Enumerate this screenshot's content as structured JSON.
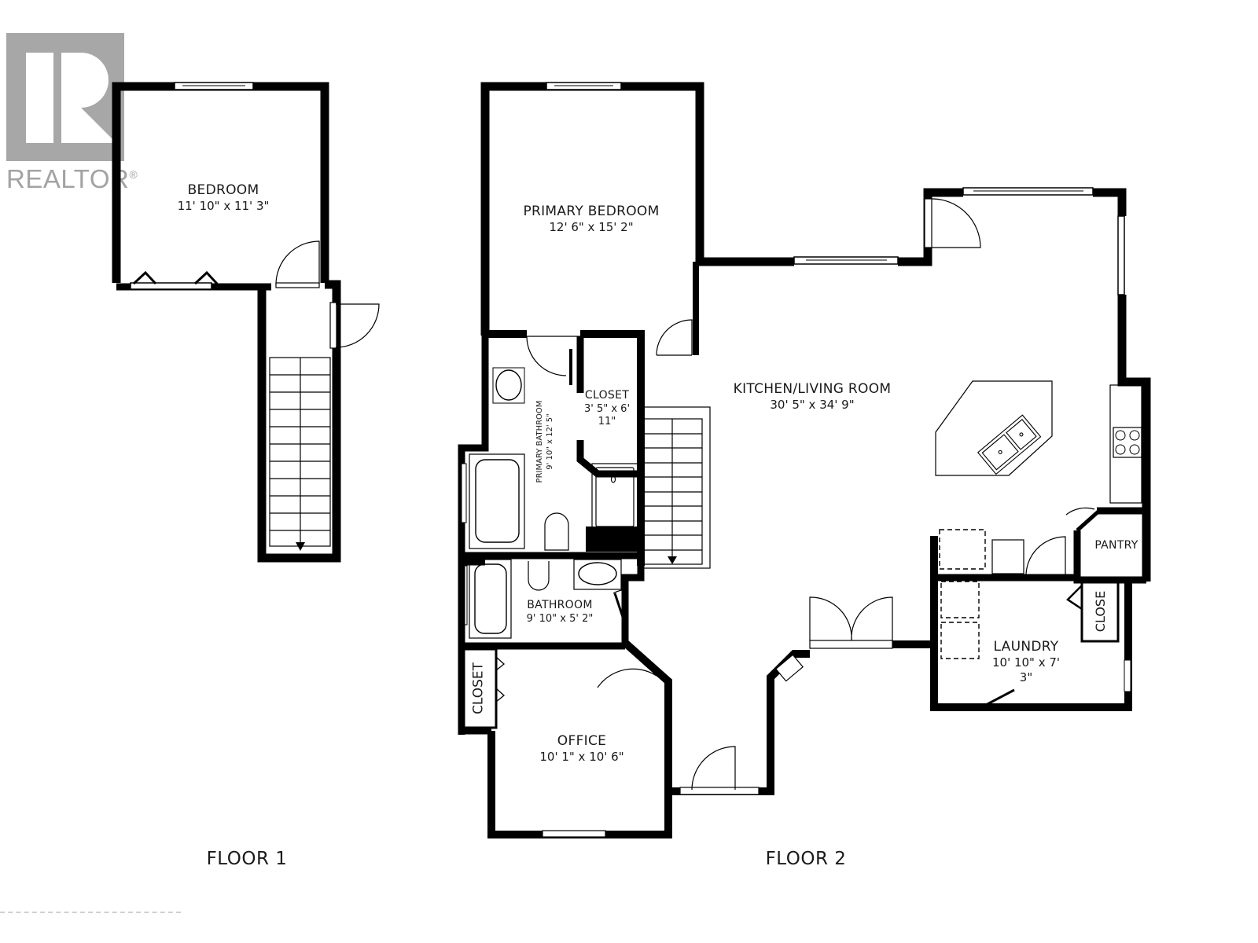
{
  "logo": {
    "text": "REALTOR",
    "mark": "®",
    "color": "#9e9e9e"
  },
  "floors": [
    {
      "label": "FLOOR 1"
    },
    {
      "label": "FLOOR 2"
    }
  ],
  "rooms": {
    "bedroom": {
      "name": "BEDROOM",
      "dim": "11' 10\" x 11' 3\""
    },
    "primary_bedroom": {
      "name": "PRIMARY BEDROOM",
      "dim": "12' 6\" x 15' 2\""
    },
    "kitchen_living": {
      "name": "KITCHEN/LIVING ROOM",
      "dim": "30' 5\" x 34' 9\""
    },
    "closet_primary": {
      "name": "CLOSET",
      "dim1": "3' 5\" x 6'",
      "dim2": "11\""
    },
    "primary_bathroom": {
      "name": "PRIMARY BATHROOM",
      "dim": "9' 10\" x 12' 5\""
    },
    "bathroom": {
      "name": "BATHROOM",
      "dim": "9' 10\" x 5' 2\""
    },
    "closet_office": {
      "name": "CLOSET"
    },
    "office": {
      "name": "OFFICE",
      "dim": "10' 1\" x 10' 6\""
    },
    "pantry": {
      "name": "PANTRY"
    },
    "laundry": {
      "name": "LAUNDRY",
      "dim1": "10' 10\" x 7'",
      "dim2": "3\""
    },
    "closet_laundry": {
      "name": "CLOSE"
    }
  },
  "colors": {
    "wall": "#000000",
    "fixture": "#333333",
    "background": "#ffffff"
  }
}
